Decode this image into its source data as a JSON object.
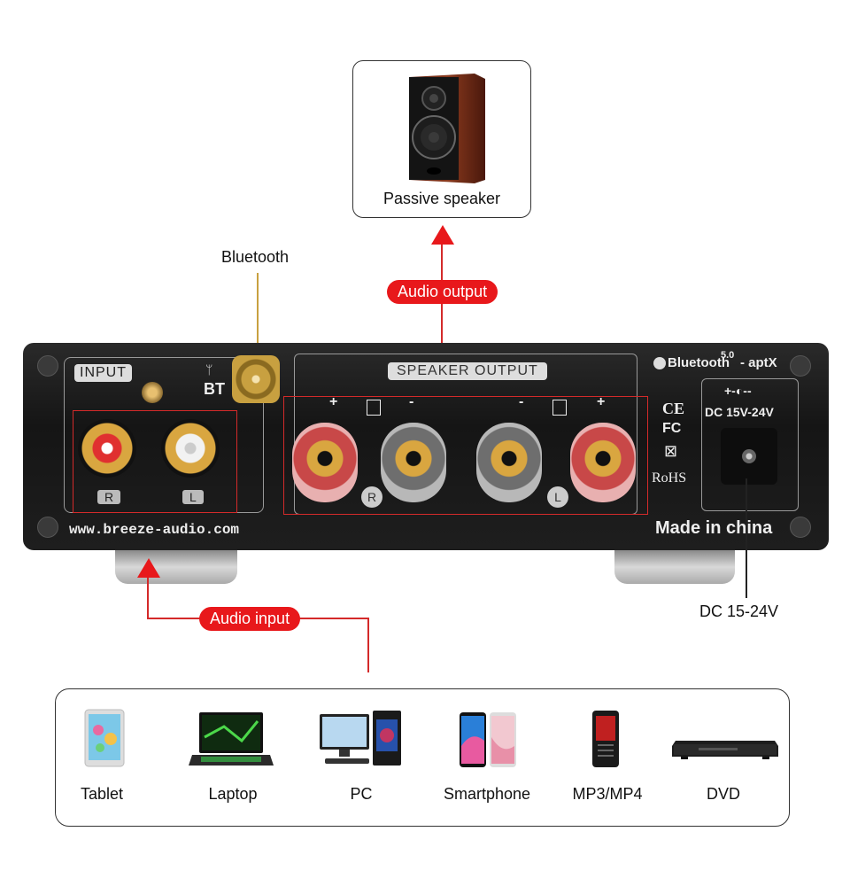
{
  "speaker_card": {
    "label": "Passive speaker"
  },
  "annotations": {
    "bluetooth": "Bluetooth",
    "audio_output": "Audio output",
    "audio_input": "Audio input",
    "dc": "DC 15-24V"
  },
  "panel": {
    "input_label": "INPUT",
    "bt_label": "BT",
    "speaker_output_label": "SPEAKER OUTPUT",
    "rca_r": "R",
    "rca_l": "L",
    "terminal_r": "R",
    "terminal_l": "L",
    "plus": "+",
    "minus": "-",
    "bluetooth_brand": "Bluetooth",
    "bluetooth_version": "5.0",
    "aptx": "- aptX",
    "ce": "CE",
    "fc": "FC",
    "rohs": "RoHS",
    "dc_label": "DC 15V-24V",
    "website": "www.breeze-audio.com",
    "made_in": "Made in china"
  },
  "devices": [
    {
      "label": "Tablet",
      "icon": "tablet-icon"
    },
    {
      "label": "Laptop",
      "icon": "laptop-icon"
    },
    {
      "label": "PC",
      "icon": "pc-icon"
    },
    {
      "label": "Smartphone",
      "icon": "smartphone-icon"
    },
    {
      "label": "MP3/MP4",
      "icon": "mp3-player-icon"
    },
    {
      "label": "DVD",
      "icon": "dvd-player-icon"
    }
  ],
  "colors": {
    "accent_red": "#e8181b",
    "panel_black": "#1b1b1b"
  }
}
